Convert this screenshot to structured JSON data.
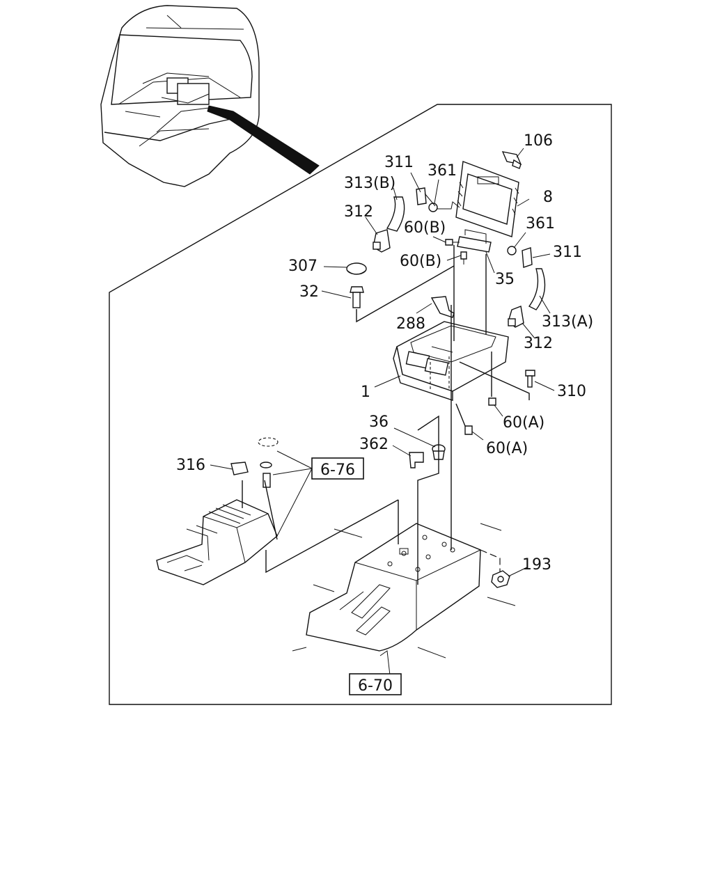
{
  "callouts": {
    "c106": "106",
    "c311_top": "311",
    "c361_top": "361",
    "c313b": "313(B)",
    "c8": "8",
    "c312_top": "312",
    "c60b_1": "60(B)",
    "c361_right": "361",
    "c60b_2": "60(B)",
    "c311_right": "311",
    "c307": "307",
    "c35": "35",
    "c32": "32",
    "c313a": "313(A)",
    "c288": "288",
    "c312_right": "312",
    "c1": "1",
    "c310": "310",
    "c60a_1": "60(A)",
    "c36": "36",
    "c60a_2": "60(A)",
    "c362": "362",
    "c316": "316",
    "c193": "193"
  },
  "references": {
    "ref_676": "6-76",
    "ref_670": "6-70"
  }
}
